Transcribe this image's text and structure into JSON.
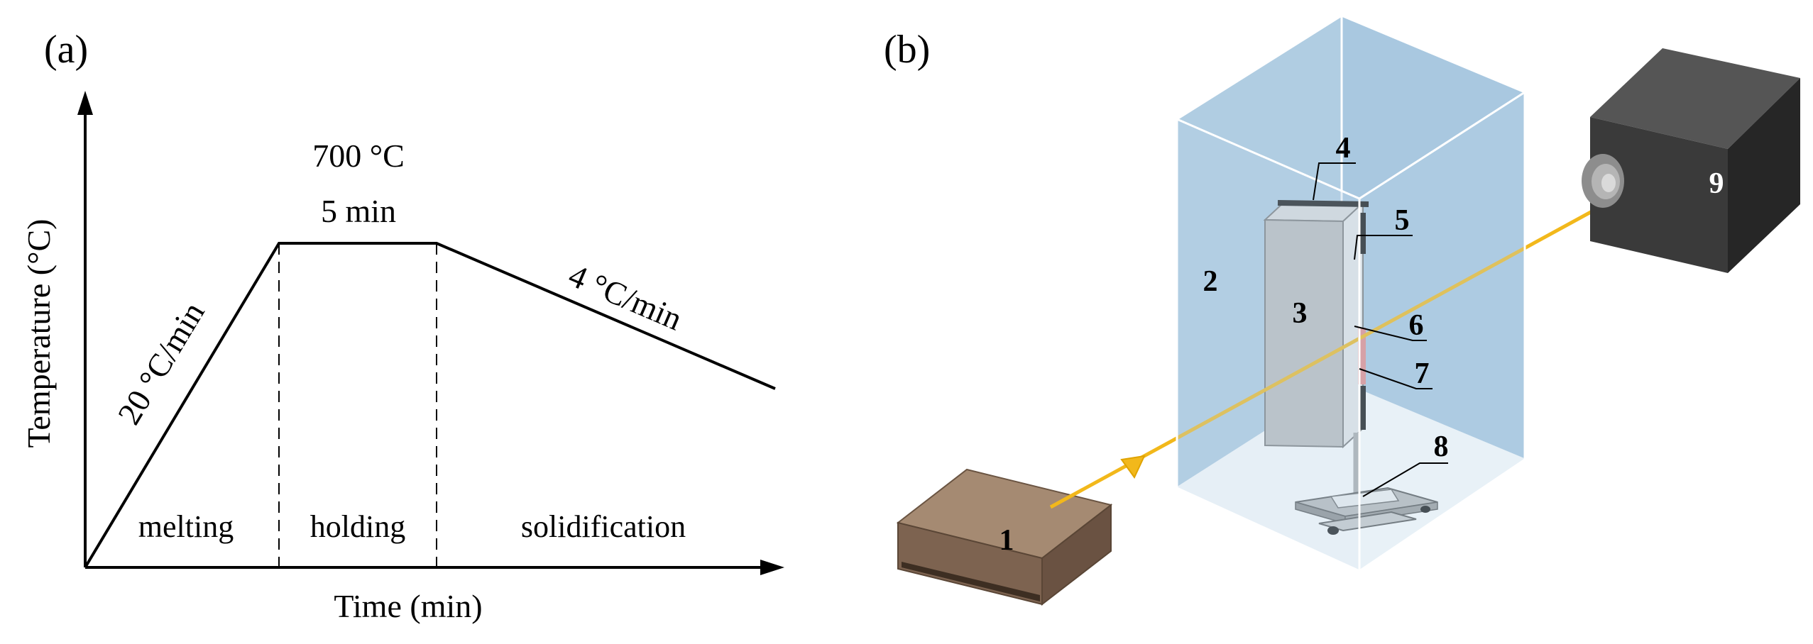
{
  "panel_a": {
    "label": "(a)",
    "y_axis_label": "Temperature (°C)",
    "x_axis_label": "Time (min)",
    "hold_temp": "700 °C",
    "hold_time": "5 min",
    "heating_rate": "20 °C/min",
    "cooling_rate": "4 °C/min",
    "stages": [
      "melting",
      "holding",
      "solidification"
    ]
  },
  "panel_b": {
    "label": "(b)",
    "callouts": [
      "1",
      "2",
      "3",
      "4",
      "5",
      "6",
      "7",
      "8",
      "9"
    ]
  },
  "colors": {
    "line": "#000000",
    "chamber_fill": "#b8d2e6",
    "chamber_edge": "#ffffff",
    "beam": "#f2b81b",
    "source_box": "#8a7058",
    "camera": "#2f2f2f",
    "plate": "#c8c8c8",
    "sample": "#e58a8a"
  }
}
